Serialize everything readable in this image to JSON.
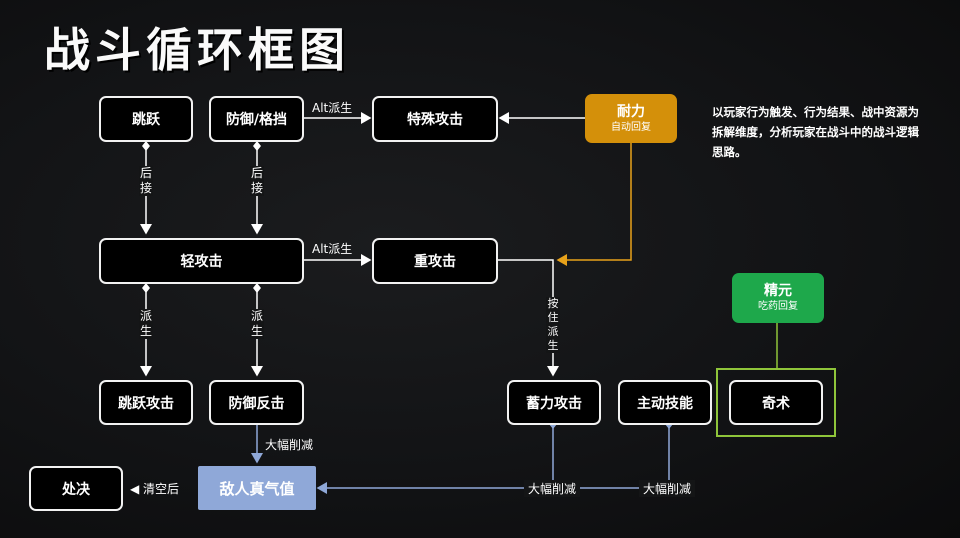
{
  "title": "战斗循环框图",
  "description": "以玩家行为触发、行为结果、战中资源为拆解维度，分析玩家在战斗中的战斗逻辑思路。",
  "nodes": {
    "jump": "跳跃",
    "defend": "防御/格挡",
    "special": "特殊攻击",
    "stamina": {
      "title": "耐力",
      "sub": "自动回复"
    },
    "light": "轻攻击",
    "heavy": "重攻击",
    "essence": {
      "title": "精元",
      "sub": "吃药回复"
    },
    "jump_attack": "跳跃攻击",
    "counter": "防御反击",
    "charge": "蓄力攻击",
    "skill": "主动技能",
    "magic": "奇术",
    "execute": "处决",
    "enemy_poise": "敌人真气值"
  },
  "labels": {
    "alt_derive_1": "Alt派生",
    "alt_derive_2": "Alt派生",
    "followup_1": "后接",
    "followup_2": "后接",
    "derive_1": "派生",
    "derive_2": "派生",
    "hold_derive": "按住派生",
    "big_cut_1": "大幅削减",
    "big_cut_2": "大幅削减",
    "big_cut_3": "大幅削减",
    "clear_after": "◀ 清空后"
  },
  "colors": {
    "stamina": "#d4900a",
    "essence": "#1ea84b",
    "enemy": "#8fa8d8",
    "link_blue": "#8fa8d8",
    "link_orange": "#e8a21a",
    "magic_border": "#8fc53a"
  }
}
